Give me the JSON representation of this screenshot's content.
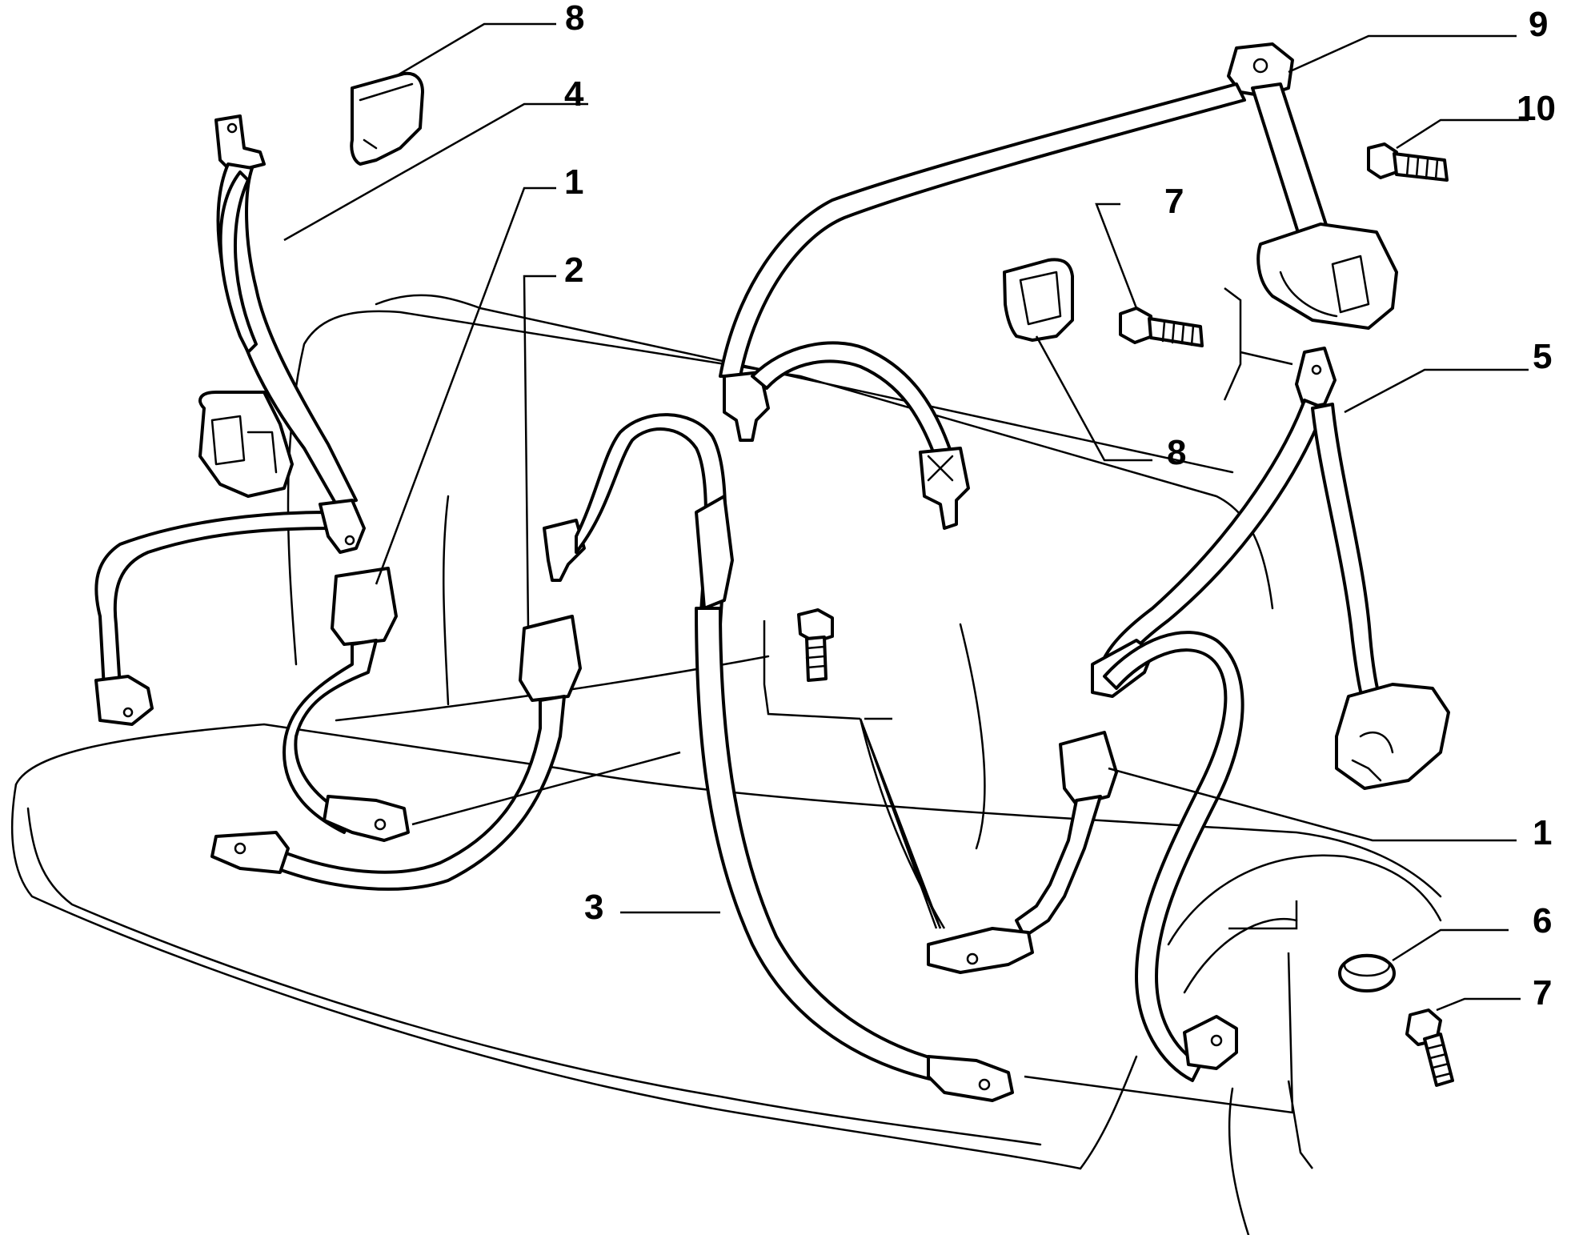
{
  "diagram": {
    "callouts": [
      {
        "id": "c8a",
        "label": "8"
      },
      {
        "id": "c4",
        "label": "4"
      },
      {
        "id": "c1a",
        "label": "1"
      },
      {
        "id": "c2",
        "label": "2"
      },
      {
        "id": "c9",
        "label": "9"
      },
      {
        "id": "c10",
        "label": "10"
      },
      {
        "id": "c7a",
        "label": "7"
      },
      {
        "id": "c8b",
        "label": "8"
      },
      {
        "id": "c5",
        "label": "5"
      },
      {
        "id": "c1b",
        "label": "1"
      },
      {
        "id": "c3",
        "label": "3"
      },
      {
        "id": "c6",
        "label": "6"
      },
      {
        "id": "c7b",
        "label": "7"
      }
    ]
  }
}
